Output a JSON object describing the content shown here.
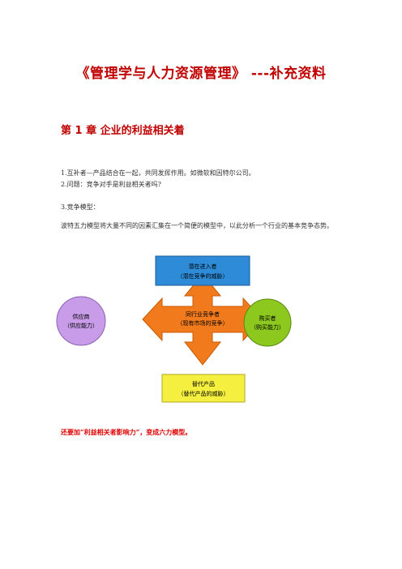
{
  "document": {
    "title": "《管理学与人力资源管理》 ---补充资料",
    "chapter": "第 1 章  企业的利益相关着",
    "items": [
      "1.互补者—产品结合在一起，共同发挥作用。如微软和因特尔公司。",
      "2.问题：竞争对手是利益相关者吗?",
      "3.竞争模型："
    ],
    "paragraph": "波特五力模型将大量不同的因素汇集在一个简便的模型中，以此分析一个行业的基本竞争态势。",
    "diagram": {
      "top_box": {
        "line1": "潜在进入者",
        "line2": "（潜在竞争的威胁）",
        "color": "#2e8bd8"
      },
      "left_circle": {
        "line1": "供应商",
        "line2": "（供应能力）",
        "color": "#c89ce8"
      },
      "center_box": {
        "line1": "同行业竞争者",
        "line2": "（现有市场的竞争）",
        "color": "#f07a1c"
      },
      "right_circle": {
        "line1": "购买者",
        "line2": "（购买能力）",
        "color": "#8cc81e"
      },
      "bottom_box": {
        "line1": "替代产品",
        "line2": "（替代产品的威胁）",
        "color": "#f5f040"
      }
    },
    "note": "还要加“利益相关者影响力”，变成六力模型。"
  }
}
